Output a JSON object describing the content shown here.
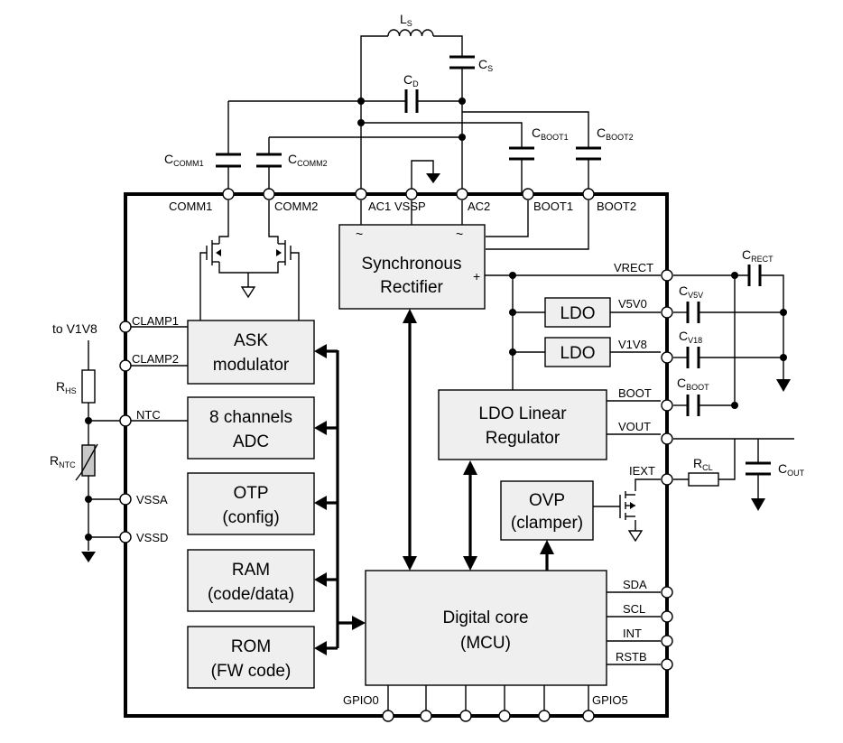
{
  "pins": {
    "comm1": "COMM1",
    "comm2": "COMM2",
    "ac1": "AC1",
    "vssp": "VSSP",
    "ac2": "AC2",
    "boot1": "BOOT1",
    "boot2": "BOOT2",
    "clamp1": "CLAMP1",
    "clamp2": "CLAMP2",
    "ntc": "NTC",
    "vssa": "VSSA",
    "vssd": "VSSD",
    "vrect": "VRECT",
    "v5v0": "V5V0",
    "v1v8": "V1V8",
    "boot": "BOOT",
    "vout": "VOUT",
    "iext": "IEXT",
    "sda": "SDA",
    "scl": "SCL",
    "int": "INT",
    "rstb": "RSTB",
    "gpio0": "GPIO0",
    "gpio5": "GPIO5"
  },
  "blocks": {
    "sync_rect": [
      "Synchronous",
      "Rectifier"
    ],
    "ask": [
      "ASK",
      "modulator"
    ],
    "adc": [
      "8 channels",
      "ADC"
    ],
    "otp": [
      "OTP",
      "(config)"
    ],
    "ram": [
      "RAM",
      "(code/data)"
    ],
    "rom": [
      "ROM",
      "(FW code)"
    ],
    "ldo1": "LDO",
    "ldo2": "LDO",
    "ldo_lin": [
      "LDO Linear",
      "Regulator"
    ],
    "ovp": [
      "OVP",
      "(clamper)"
    ],
    "core": [
      "Digital core",
      "(MCU)"
    ]
  },
  "components": {
    "ls": {
      "main": "L",
      "sub": "S"
    },
    "cs": {
      "main": "C",
      "sub": "S"
    },
    "cd": {
      "main": "C",
      "sub": "D"
    },
    "cboot1": {
      "main": "C",
      "sub": "BOOT1"
    },
    "cboot2": {
      "main": "C",
      "sub": "BOOT2"
    },
    "ccomm1": {
      "main": "C",
      "sub": "COMM1"
    },
    "ccomm2": {
      "main": "C",
      "sub": "COMM2"
    },
    "crect": {
      "main": "C",
      "sub": "RECT"
    },
    "cv5v": {
      "main": "C",
      "sub": "V5V"
    },
    "cv18": {
      "main": "C",
      "sub": "V18"
    },
    "cboot": {
      "main": "C",
      "sub": "BOOT"
    },
    "cout": {
      "main": "C",
      "sub": "OUT"
    },
    "rcl": {
      "main": "R",
      "sub": "CL"
    },
    "rhs": {
      "main": "R",
      "sub": "HS"
    },
    "rntc": {
      "main": "R",
      "sub": "NTC"
    }
  },
  "to_v1v8": "to V1V8",
  "rectifier_marks": {
    "tilde": "~",
    "plus": "+"
  }
}
